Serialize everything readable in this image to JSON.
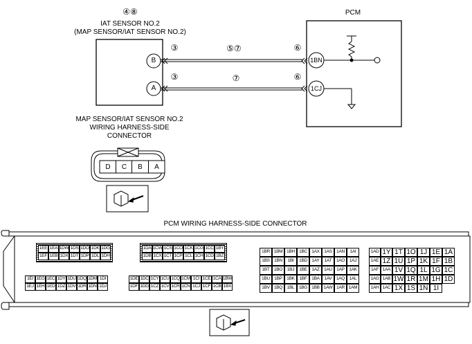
{
  "diagram": {
    "sensor": {
      "circled_refs": "④⑧",
      "title_line1": "IAT SENSOR NO.2",
      "title_line2": "(MAP SENSOR/IAT SENSOR NO.2)",
      "pin_b": "B",
      "pin_a": "A"
    },
    "pcm": {
      "title": "PCM",
      "pin_1bn": "1BN",
      "pin_1cj": "1CJ"
    },
    "circled_numbers": {
      "sensor_b": "③",
      "sensor_a": "③",
      "wire_top": "⑤⑦",
      "wire_bottom": "⑦",
      "pcm_top": "⑥",
      "pcm_bottom": "⑥"
    },
    "sensor_connector": {
      "caption_line1": "MAP SENSOR/IAT SENSOR NO.2",
      "caption_line2": "WIRING HARNESS-SIDE",
      "caption_line3": "CONNECTOR",
      "pins": [
        "D",
        "C",
        "B",
        "A"
      ]
    },
    "pcm_connector": {
      "caption": "PCM WIRING HARNESS-SIDE CONNECTOR",
      "block_a": {
        "hatched_rows": [
          [
            "1EE",
            "1EA",
            "1DW",
            "1DS",
            "1DO",
            "1DK",
            "1DG"
          ],
          [
            "1EF",
            "1EB",
            "1DX",
            "1DT",
            "1DP",
            "1DL",
            "1DH"
          ]
        ],
        "rows": [
          [
            "1EI",
            "1EG",
            "1EC",
            "1DY",
            "1DU",
            "1DQ",
            "1DM",
            "1DI"
          ],
          [
            "1EJ",
            "1EH",
            "1ED",
            "1DZ",
            "1DV",
            "1DR",
            "1DN",
            "1DJ"
          ]
        ]
      },
      "block_b": {
        "hatched_rows": [
          [
            "1DA",
            "1CW",
            "1CS",
            "1CO",
            "1CK",
            "1CG",
            "1CC",
            "1BY"
          ],
          [
            "1DB",
            "1CX",
            "1CT",
            "1CP",
            "1CL",
            "1CH",
            "1CD",
            "1BZ"
          ]
        ],
        "rows": [
          [
            "1DE",
            "1DC",
            "1CY",
            "1CU",
            "1CQ",
            "1CM",
            "1CI",
            "1CE",
            "1CA",
            "1BW"
          ],
          [
            "1DF",
            "1DD",
            "1CZ",
            "1CV",
            "1CR",
            "1CN",
            "1CJ",
            "1CF",
            "1CB",
            "1BX"
          ]
        ]
      },
      "block_c": {
        "rows": [
          [
            "1BR",
            "1BM",
            "1BH",
            "1BC",
            "1AX",
            "1AS",
            "1AN",
            "1AI"
          ],
          [
            "1BS",
            "1BN",
            "1BI",
            "1BD",
            "1AY",
            "1AT",
            "1AO",
            "1AJ"
          ],
          [
            "1BT",
            "1BO",
            "1BJ",
            "1BE",
            "1AZ",
            "1AU",
            "1AP",
            "1AK"
          ],
          [
            "1BU",
            "1BP",
            "1BK",
            "1BF",
            "1BA",
            "1AV",
            "1AQ",
            "1AL"
          ],
          [
            "1BV",
            "1BQ",
            "1BL",
            "1BG",
            "1BB",
            "1AW",
            "1AR",
            "1AM"
          ]
        ]
      },
      "block_d": {
        "rows": [
          [
            "1AD",
            "1Y",
            "1T",
            "1O",
            "1J",
            "1E",
            "1A"
          ],
          [
            "1AE",
            "1Z",
            "1U",
            "1P",
            "1K",
            "1F",
            "1B"
          ],
          [
            "1AF",
            "1AA",
            "1V",
            "1Q",
            "1L",
            "1G",
            "1C"
          ],
          [
            "1AG",
            "1AB",
            "1W",
            "1R",
            "1M",
            "1H",
            "1D"
          ],
          [
            "1AH",
            "1AC",
            "1X",
            "1S",
            "1N",
            "1I",
            ""
          ]
        ]
      }
    },
    "icon_names": [
      "connector-view-icon",
      "arrow-icon",
      "resistor-icon",
      "ground-icon"
    ]
  }
}
